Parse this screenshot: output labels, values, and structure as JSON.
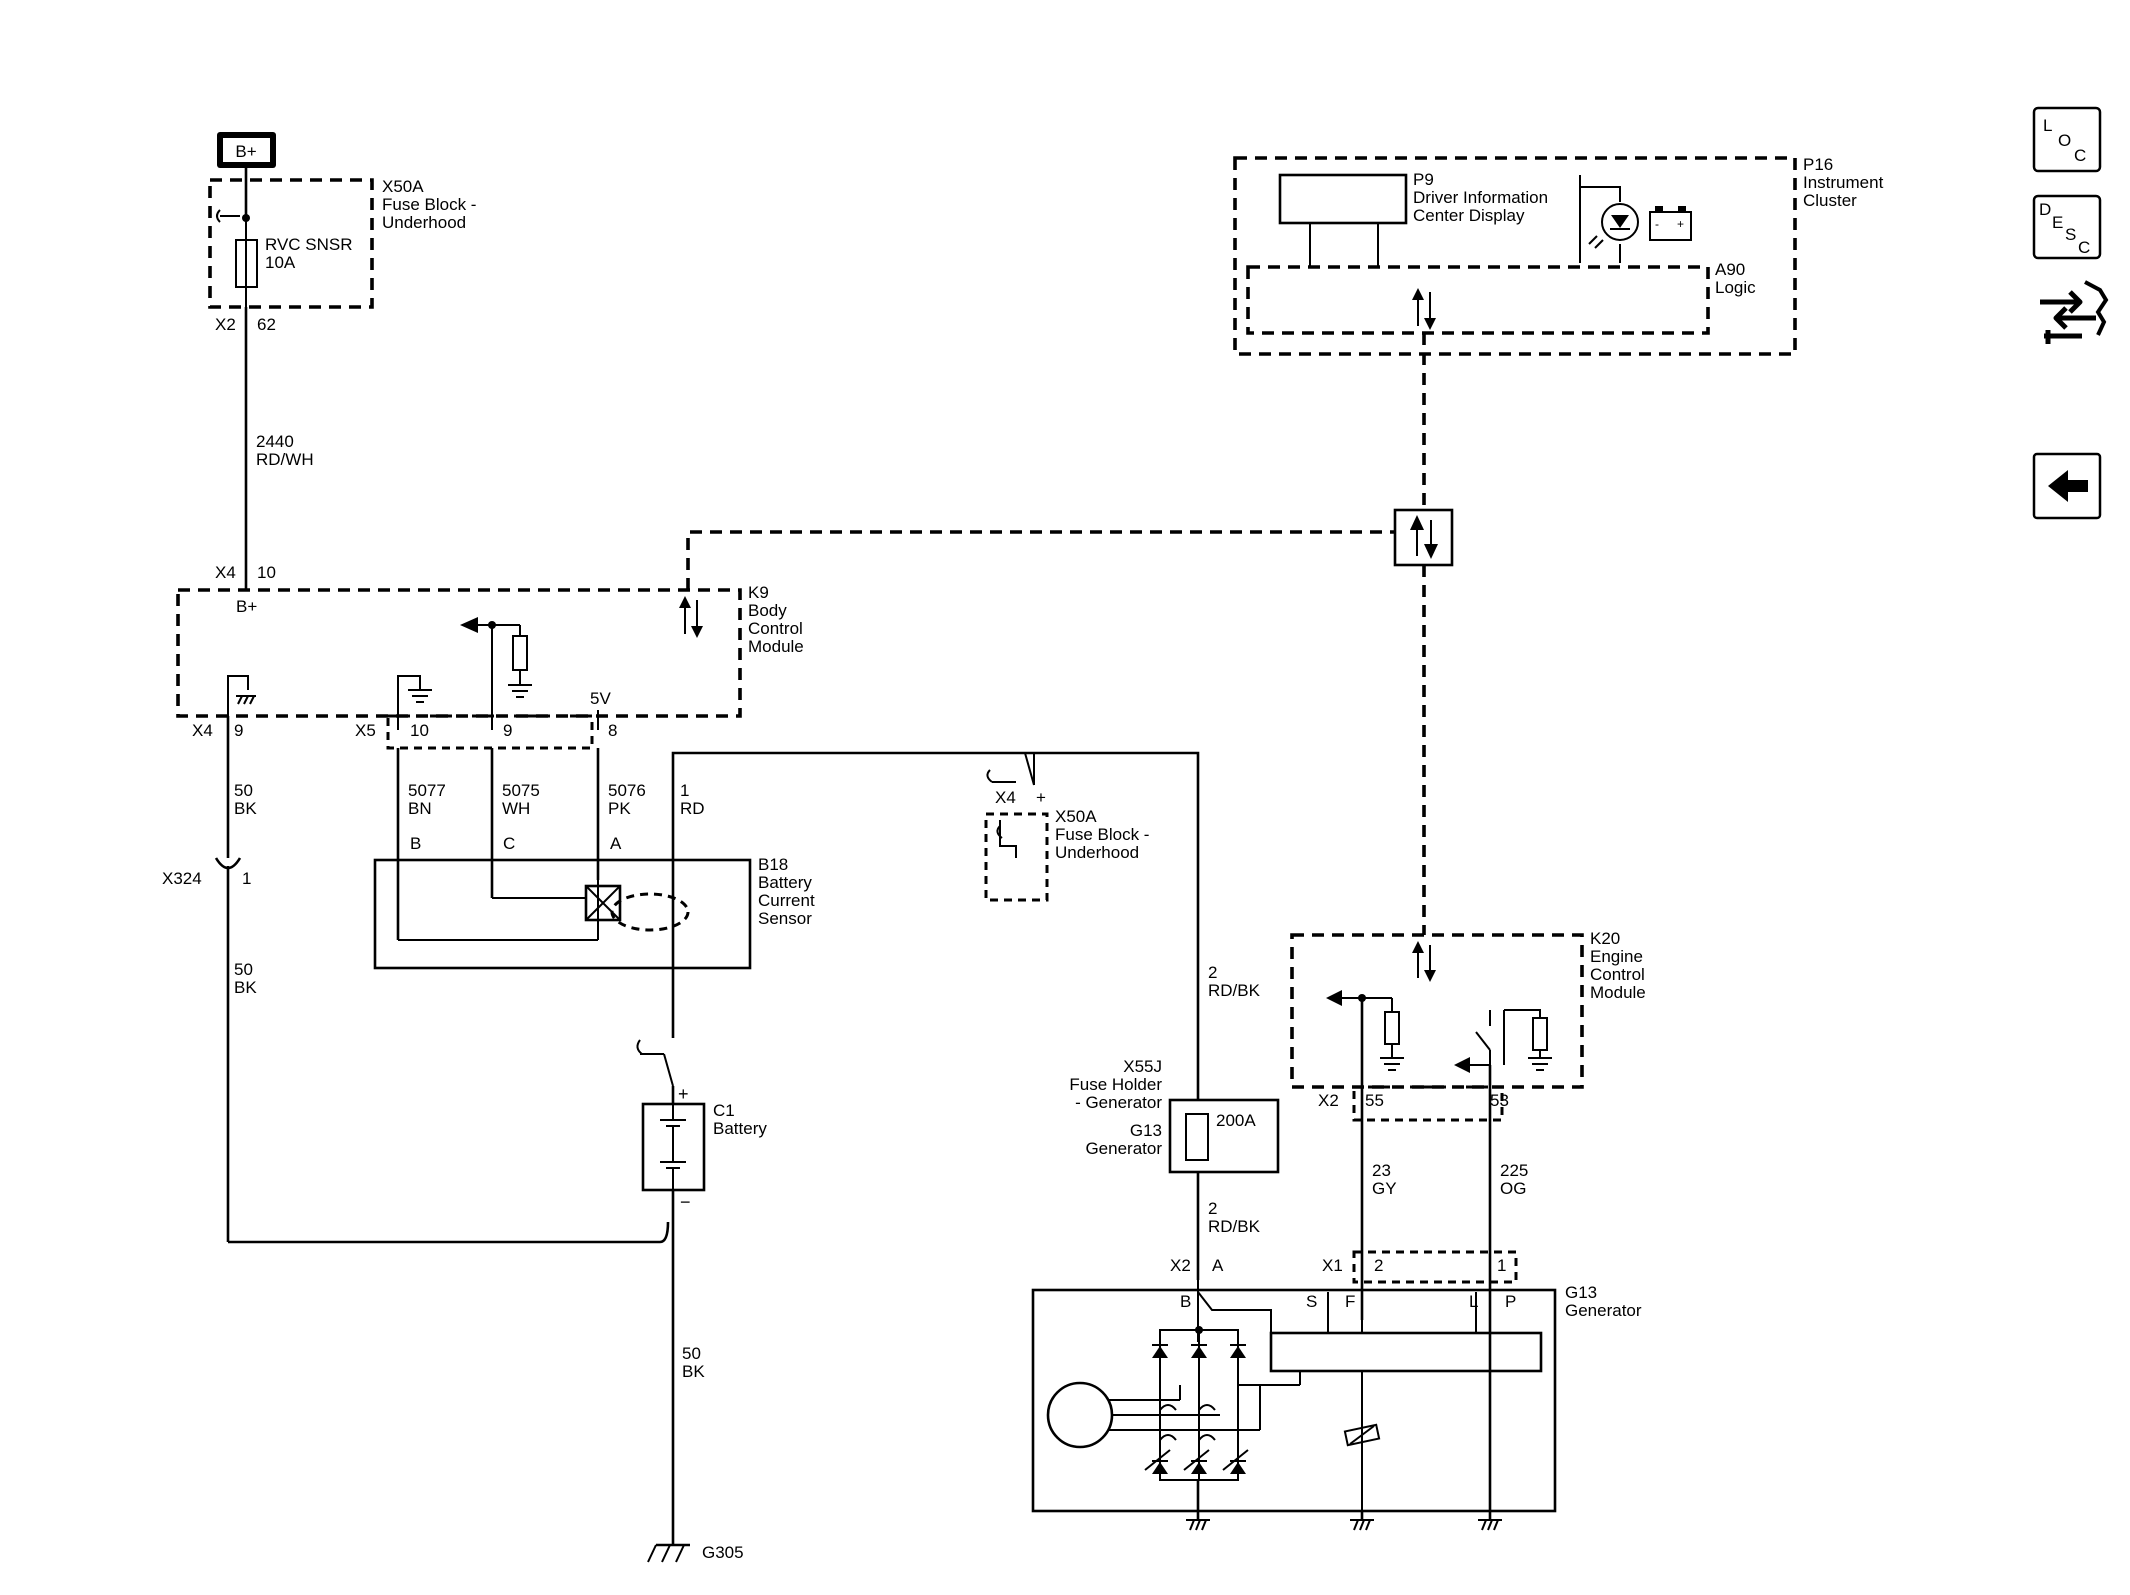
{
  "supply": {
    "bplus": "B+"
  },
  "fuse_block_top": {
    "name": "X50A",
    "desc1": "Fuse Block -",
    "desc2": "Underhood",
    "fuse1": "RVC SNSR",
    "fuse2": "10A",
    "conn": "X2",
    "pin": "62"
  },
  "wire_2440": {
    "num": "2440",
    "color": "RD/WH"
  },
  "bcm": {
    "name": "K9",
    "d1": "Body",
    "d2": "Control",
    "d3": "Module",
    "x4": "X4",
    "pin10": "10",
    "bplus": "B+",
    "x4b": "X4",
    "pin9": "9",
    "x5": "X5",
    "p10": "10",
    "p9": "9",
    "p8": "8",
    "v5": "5V"
  },
  "wires_bcm": [
    {
      "num": "50",
      "color": "BK"
    },
    {
      "num": "5077",
      "color": "BN"
    },
    {
      "num": "5075",
      "color": "WH"
    },
    {
      "num": "5076",
      "color": "PK"
    },
    {
      "num": "1",
      "color": "RD"
    }
  ],
  "splice": {
    "name": "X324",
    "pin": "1"
  },
  "wire_50_lower": {
    "num": "50",
    "color": "BK"
  },
  "sensor": {
    "name": "B18",
    "d1": "Battery",
    "d2": "Current",
    "d3": "Sensor",
    "pinB": "B",
    "pinC": "C",
    "pinA": "A"
  },
  "battery": {
    "name": "C1",
    "desc": "Battery",
    "plus": "+",
    "minus": "−"
  },
  "ground_main": {
    "wire_num": "50",
    "wire_color": "BK",
    "name": "G305"
  },
  "fuse_block_mid": {
    "conn": "X4",
    "plus": "+",
    "name": "X50A",
    "d1": "Fuse Block -",
    "d2": "Underhood"
  },
  "wire_2_upper": {
    "num": "2",
    "color": "RD/BK"
  },
  "fuse_holder": {
    "n1": "X55J",
    "n2": "Fuse Holder",
    "n3": "- Generator",
    "n4": "G13",
    "n5": "Generator",
    "rating": "200A"
  },
  "wire_2_lower": {
    "num": "2",
    "color": "RD/BK"
  },
  "ipc": {
    "name": "P16",
    "d1": "Instrument",
    "d2": "Cluster",
    "display_name": "P9",
    "display_d1": "Driver Information",
    "display_d2": "Center Display",
    "logic_name": "A90",
    "logic_desc": "Logic"
  },
  "ecm": {
    "name": "K20",
    "d1": "Engine",
    "d2": "Control",
    "d3": "Module",
    "x2": "X2",
    "p55": "55",
    "p53": "53"
  },
  "wire_23": {
    "num": "23",
    "color": "GY"
  },
  "wire_225": {
    "num": "225",
    "color": "OG"
  },
  "generator": {
    "name": "G13",
    "desc": "Generator",
    "x2": "X2",
    "pinA": "A",
    "x1": "X1",
    "p2": "2",
    "p1": "1",
    "B": "B",
    "S": "S",
    "F": "F",
    "L": "L",
    "P": "P"
  },
  "nav_buttons": [
    {
      "icon": "loc-icon",
      "l1": "L",
      "l2": "O",
      "l3": "C"
    },
    {
      "icon": "desc-icon",
      "l1": "D",
      "l2": "E",
      "l3": "S",
      "l4": "C"
    }
  ]
}
